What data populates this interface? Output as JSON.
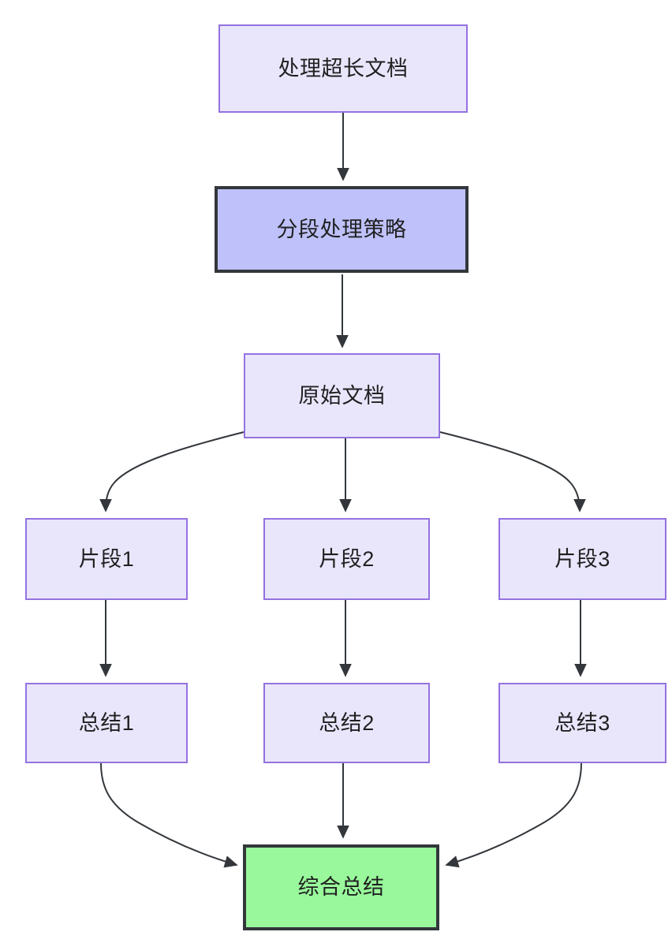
{
  "diagram": {
    "type": "flowchart",
    "direction": "top-down",
    "background_color": "#ffffff",
    "edge_color": "#33373b",
    "styles": {
      "default_fill": "#e9e6fc",
      "default_stroke": "#9472e0",
      "strategy_fill": "#bfc1fa",
      "strategy_stroke": "#33373b",
      "result_fill": "#99f89b",
      "result_stroke": "#33373b",
      "text_color": "#1f2020"
    },
    "nodes": [
      {
        "id": "doc",
        "label": "处理超长文档",
        "style": "default"
      },
      {
        "id": "strategy",
        "label": "分段处理策略",
        "style": "strategy"
      },
      {
        "id": "source",
        "label": "原始文档",
        "style": "default"
      },
      {
        "id": "chunk1",
        "label": "片段1",
        "style": "default"
      },
      {
        "id": "chunk2",
        "label": "片段2",
        "style": "default"
      },
      {
        "id": "chunk3",
        "label": "片段3",
        "style": "default"
      },
      {
        "id": "sum1",
        "label": "总结1",
        "style": "default"
      },
      {
        "id": "sum2",
        "label": "总结2",
        "style": "default"
      },
      {
        "id": "sum3",
        "label": "总结3",
        "style": "default"
      },
      {
        "id": "final",
        "label": "综合总结",
        "style": "result"
      }
    ],
    "edges": [
      {
        "from": "doc",
        "to": "strategy",
        "shape": "straight"
      },
      {
        "from": "strategy",
        "to": "source",
        "shape": "straight"
      },
      {
        "from": "source",
        "to": "chunk1",
        "shape": "curved"
      },
      {
        "from": "source",
        "to": "chunk2",
        "shape": "straight"
      },
      {
        "from": "source",
        "to": "chunk3",
        "shape": "curved"
      },
      {
        "from": "chunk1",
        "to": "sum1",
        "shape": "straight"
      },
      {
        "from": "chunk2",
        "to": "sum2",
        "shape": "straight"
      },
      {
        "from": "chunk3",
        "to": "sum3",
        "shape": "straight"
      },
      {
        "from": "sum1",
        "to": "final",
        "shape": "curved"
      },
      {
        "from": "sum2",
        "to": "final",
        "shape": "straight"
      },
      {
        "from": "sum3",
        "to": "final",
        "shape": "curved"
      }
    ]
  }
}
